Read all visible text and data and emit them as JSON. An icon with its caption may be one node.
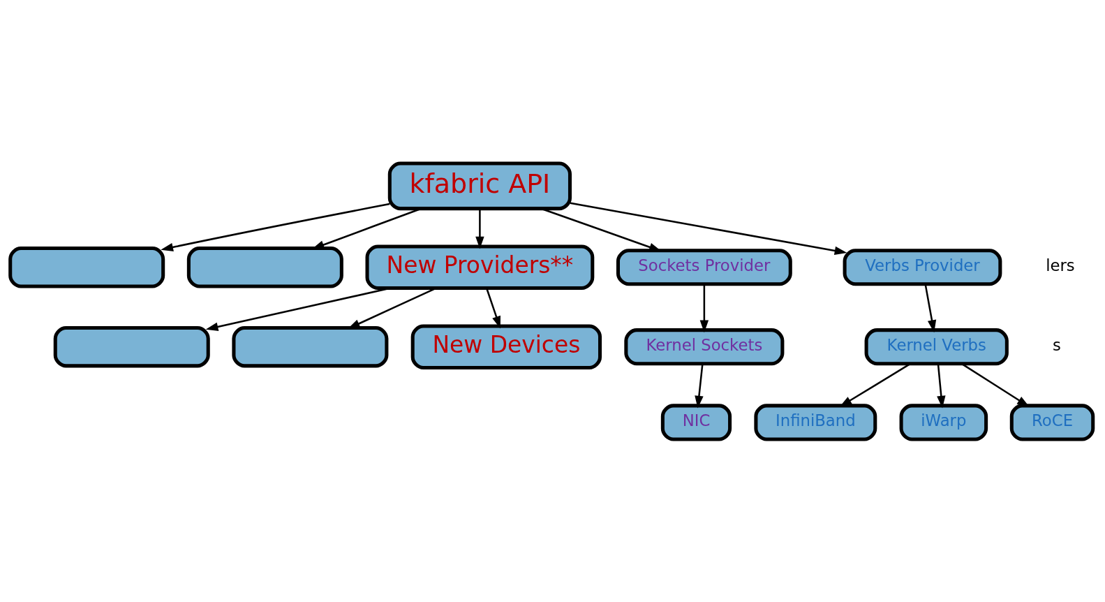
{
  "diagram": {
    "nodes": [
      {
        "text": [
          "kfabric API"
        ]
      },
      {
        "text": [],
        "shape": "box"
      },
      {
        "text": [],
        "shape": "box"
      },
      {
        "text": [
          "New Providers**"
        ]
      },
      {
        "text": [
          "Sockets Provider"
        ]
      },
      {
        "text": [
          "Verbs Provider"
        ]
      },
      {
        "text": [
          "Kernel Sockets"
        ]
      },
      {
        "text": [
          "Kernel Verbs"
        ]
      },
      {
        "text": [],
        "shape": "box"
      },
      {
        "text": [],
        "shape": "box"
      },
      {
        "text": [
          "New Devices"
        ]
      },
      {
        "text": [
          "NIC"
        ]
      },
      {
        "text": [
          "InfiniBand"
        ]
      },
      {
        "text": [
          "iWarp"
        ]
      },
      {
        "text": [
          "RoCE"
        ]
      }
    ],
    "edges": [
      {
        "from": 0,
        "to": 3,
        "arrow": "to"
      },
      {
        "from": 0,
        "to": 2,
        "arrow": "to"
      },
      {
        "from": 0,
        "to": 1,
        "arrow": "to"
      },
      {
        "from": 0,
        "to": 4,
        "arrow": "to"
      },
      {
        "from": 0,
        "to": 5,
        "arrow": "to"
      },
      {
        "from": 3,
        "to": 10,
        "arrow": "to"
      },
      {
        "from": 3,
        "to": 9,
        "arrow": "to"
      },
      {
        "from": 3,
        "to": 8,
        "arrow": "to"
      },
      {
        "from": 4,
        "to": 6,
        "arrow": "to"
      },
      {
        "from": 6,
        "to": 11,
        "arrow": "to"
      },
      {
        "from": 5,
        "to": 7,
        "arrow": "to"
      },
      {
        "from": 7,
        "to": 12,
        "arrow": "to"
      },
      {
        "from": 7,
        "to": 13,
        "arrow": "to"
      },
      {
        "from": 7,
        "to": 14,
        "arrow": "to"
      }
    ],
    "labels": [
      "lers",
      "s"
    ]
  }
}
